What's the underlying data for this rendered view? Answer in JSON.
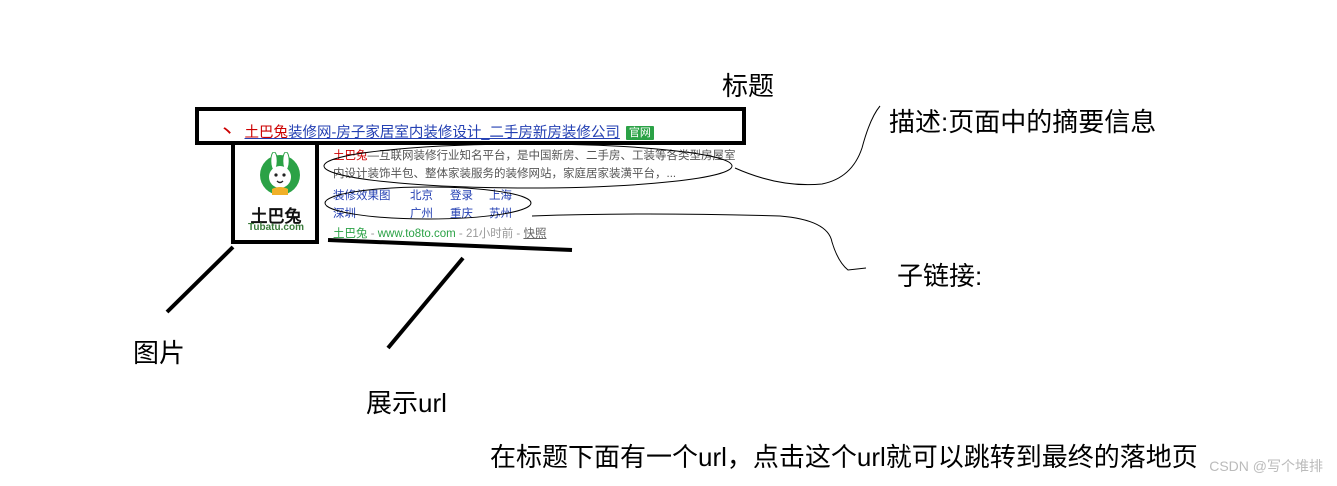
{
  "annotations": {
    "title_label": "标题",
    "description_label": "描述:页面中的摘要信息",
    "sublinks_label": "子链接:",
    "image_label": "图片",
    "display_url_label": "展示url",
    "explanation": "在标题下面有一个url，点击这个url就可以跳转到最终的落地页"
  },
  "result": {
    "title_prefix_mark": "丶",
    "title_highlight": "土巴兔",
    "title_rest": "装修网-房子家居室内装修设计_二手房新房装修公司",
    "official_badge": "官网",
    "logo_text_cn": "土巴兔",
    "logo_text_en": "Tubatu.com",
    "description_highlight": "土巴兔",
    "description_rest": "—互联网装修行业知名平台，是中国新房、二手房、工装等各类型房屋室内设计装饰半包、整体家装服务的装修网站，家庭居家装潢平台，...",
    "sublinks": [
      "装修效果图",
      "北京",
      "登录",
      "上海",
      "深圳",
      "广州",
      "重庆",
      "苏州"
    ],
    "display_url": {
      "site": "土巴兔",
      "separator": " - ",
      "domain": "www.to8to.com",
      "time": " - 21小时前 - ",
      "snapshot": "快照"
    }
  },
  "watermark": "CSDN @写个堆排",
  "colors": {
    "link_blue": "#2440b3",
    "highlight_red": "#cc0000",
    "url_green": "#2ba246",
    "logo_green": "#2ba246"
  }
}
